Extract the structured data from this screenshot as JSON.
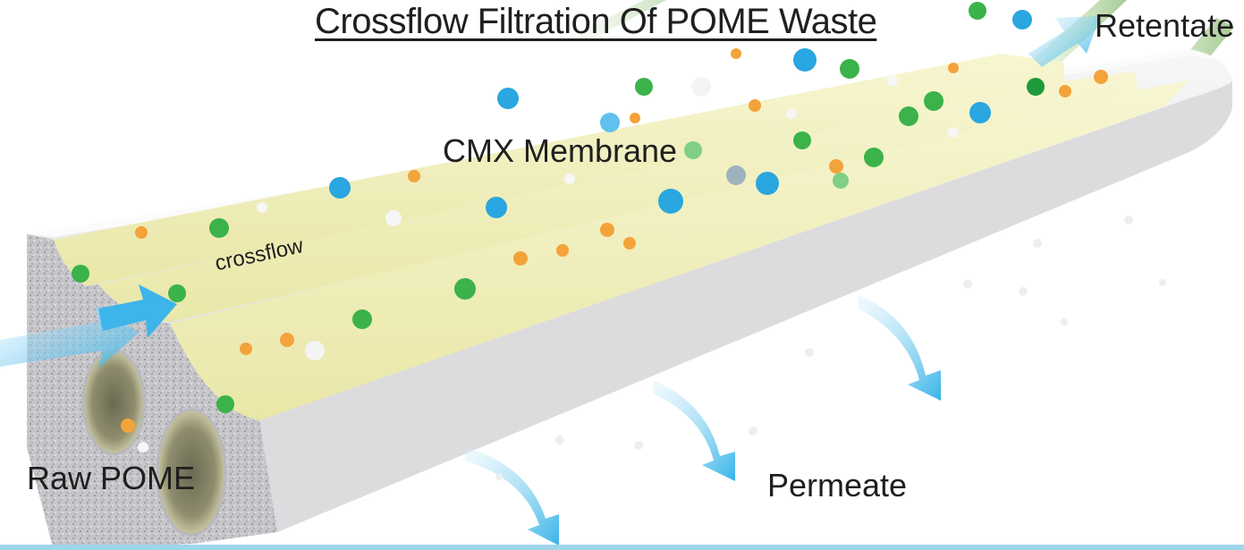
{
  "diagram": {
    "title": "Crossflow Filtration Of POME Waste",
    "labels": {
      "retentate": "Retentate",
      "membrane": "CMX Membrane",
      "crossflow": "crossflow",
      "raw_pome": "Raw POME",
      "permeate": "Permeate"
    },
    "colors": {
      "channel_fill": "#f3f2c2",
      "tube_body": "#e8e8ea",
      "tube_face": "#b9b9bd",
      "arrow": "#5ec4ec",
      "particle_green": "#3bb24a",
      "particle_blue": "#2aa6e0",
      "particle_orange": "#f4a23a",
      "particle_white": "#f4f4f4"
    }
  }
}
